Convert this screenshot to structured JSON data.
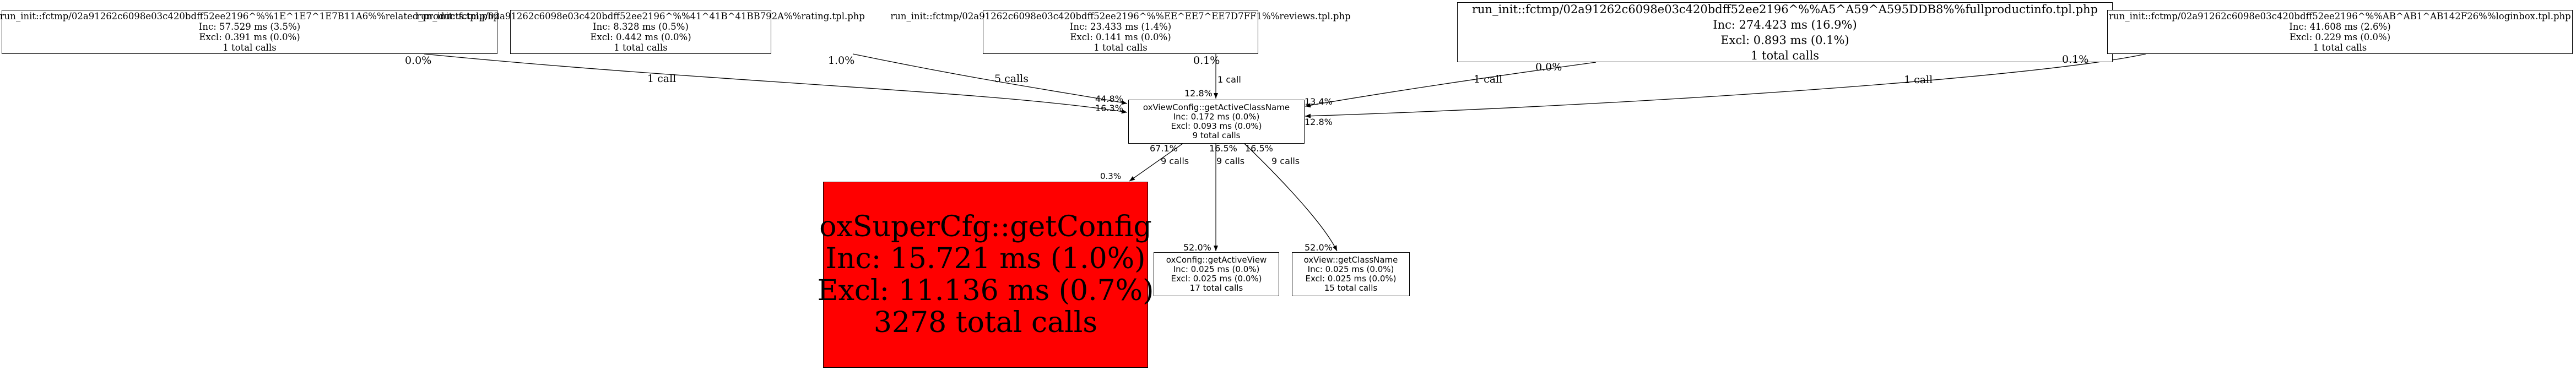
{
  "graph": {
    "nodes": [
      {
        "id": "related_products",
        "name": "run_init::fctmp/02a91262c6098e03c420bdff52ee2196^%%1E^1E7^1E7B11A6%%related_products.tpl.php",
        "inc": "Inc: 57.529 ms (3.5%)",
        "excl": "Excl: 0.391 ms (0.0%)",
        "calls": "1 total calls"
      },
      {
        "id": "rating",
        "name": "run_init::fctmp/02a91262c6098e03c420bdff52ee2196^%%41^41B^41BB792A%%rating.tpl.php",
        "inc": "Inc: 8.328 ms (0.5%)",
        "excl": "Excl: 0.442 ms (0.0%)",
        "calls": "1 total calls"
      },
      {
        "id": "reviews",
        "name": "run_init::fctmp/02a91262c6098e03c420bdff52ee2196^%%EE^EE7^EE7D7FF1%%reviews.tpl.php",
        "inc": "Inc: 23.433 ms (1.4%)",
        "excl": "Excl: 0.141 ms (0.0%)",
        "calls": "1 total calls"
      },
      {
        "id": "fullproductinfo",
        "name": "run_init::fctmp/02a91262c6098e03c420bdff52ee2196^%%A5^A59^A595DDB8%%fullproductinfo.tpl.php",
        "inc": "Inc: 274.423 ms (16.9%)",
        "excl": "Excl: 0.893 ms (0.1%)",
        "calls": "1 total calls"
      },
      {
        "id": "loginbox",
        "name": "run_init::fctmp/02a91262c6098e03c420bdff52ee2196^%%AB^AB1^AB142F26%%loginbox.tpl.php",
        "inc": "Inc: 41.608 ms (2.6%)",
        "excl": "Excl: 0.229 ms (0.0%)",
        "calls": "1 total calls"
      },
      {
        "id": "getActiveClassName",
        "name": "oxViewConfig::getActiveClassName",
        "inc": "Inc: 0.172 ms (0.0%)",
        "excl": "Excl: 0.093 ms (0.0%)",
        "calls": "9 total calls"
      },
      {
        "id": "getConfig",
        "name": "oxSuperCfg::getConfig",
        "inc": "Inc: 15.721 ms (1.0%)",
        "excl": "Excl: 11.136 ms (0.7%)",
        "calls": "3278 total calls",
        "fill": "#ff0000"
      },
      {
        "id": "getActiveView",
        "name": "oxConfig::getActiveView",
        "inc": "Inc: 0.025 ms (0.0%)",
        "excl": "Excl: 0.025 ms (0.0%)",
        "calls": "17 total calls"
      },
      {
        "id": "getClassName",
        "name": "oxView::getClassName",
        "inc": "Inc: 0.025 ms (0.0%)",
        "excl": "Excl: 0.025 ms (0.0%)",
        "calls": "15 total calls"
      }
    ],
    "edges": [
      {
        "from": "related_products",
        "to": "getActiveClassName",
        "calls": "1 call",
        "tail_pct": "0.0%",
        "head_pct": "16.3%"
      },
      {
        "from": "rating",
        "to": "getActiveClassName",
        "calls": "5 calls",
        "tail_pct": "1.0%",
        "head_pct": "44.8%"
      },
      {
        "from": "reviews",
        "to": "getActiveClassName",
        "calls": "1 call",
        "tail_pct": "0.1%",
        "head_pct": "12.8%"
      },
      {
        "from": "fullproductinfo",
        "to": "getActiveClassName",
        "calls": "1 call",
        "tail_pct": "0.0%",
        "head_pct": "13.4%"
      },
      {
        "from": "loginbox",
        "to": "getActiveClassName",
        "calls": "1 call",
        "tail_pct": "0.1%",
        "head_pct": "12.8%"
      },
      {
        "from": "getActiveClassName",
        "to": "getConfig",
        "calls": "9 calls",
        "tail_pct": "67.1%",
        "head_pct": "0.3%"
      },
      {
        "from": "getActiveClassName",
        "to": "getActiveView",
        "calls": "9 calls",
        "tail_pct": "16.5%",
        "head_pct": "52.0%"
      },
      {
        "from": "getActiveClassName",
        "to": "getClassName",
        "calls": "9 calls",
        "tail_pct": "16.5%",
        "head_pct": "52.0%"
      }
    ]
  }
}
